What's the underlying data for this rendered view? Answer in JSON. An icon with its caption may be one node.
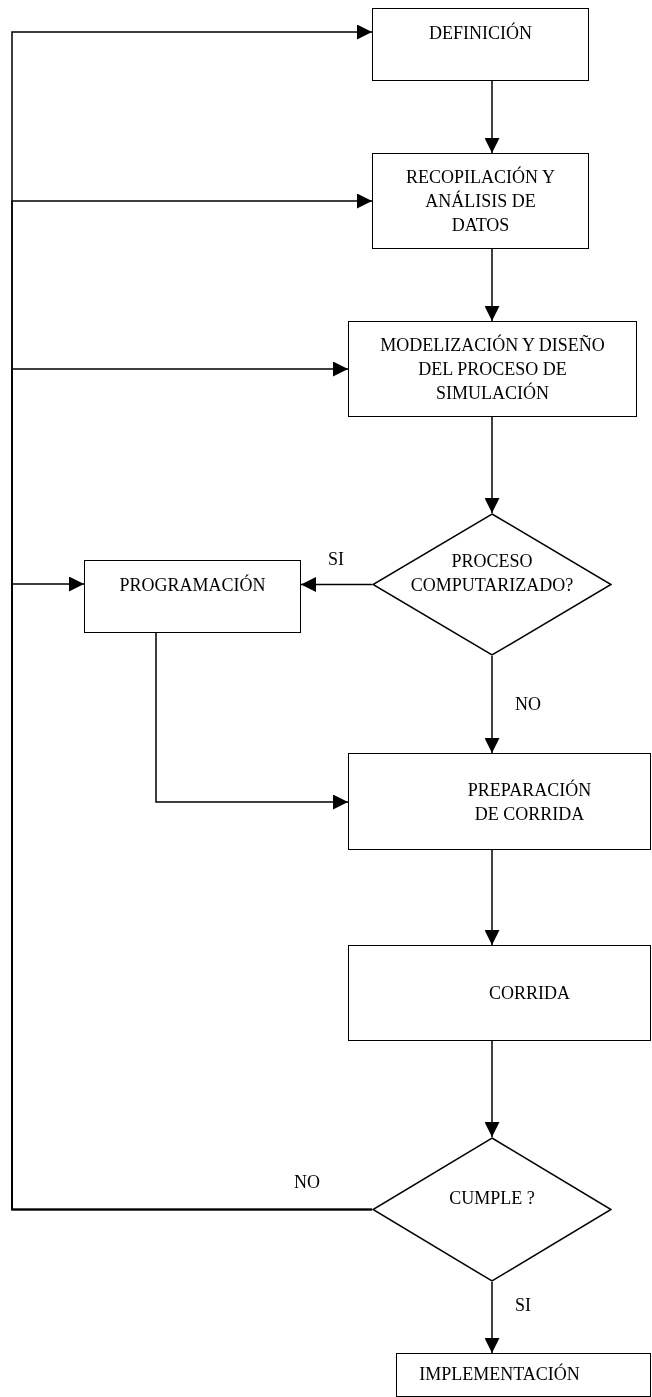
{
  "diagram": {
    "nodes": [
      {
        "text": [
          "DEFINICIÓN"
        ]
      },
      {
        "text": [
          "RECOPILACIÓN Y ANÁLISIS DE DATOS"
        ]
      },
      {
        "text": [
          "MODELIZACIÓN Y DISEÑO DEL PROCESO DE SIMULACIÓN"
        ]
      },
      {
        "text": [
          "PROCESO COMPUTARIZADO?"
        ]
      },
      {
        "text": [
          "PROGRAMACIÓN"
        ]
      },
      {
        "text": [
          "PREPARACIÓN DE CORRIDA"
        ]
      },
      {
        "text": [
          "CORRIDA"
        ]
      },
      {
        "text": [
          "CUMPLE ?"
        ]
      },
      {
        "text": [
          "IMPLEMENTACIÓN"
        ]
      }
    ],
    "edges": [
      {
        "from": 0,
        "to": 1,
        "arrow": "to"
      },
      {
        "from": 1,
        "to": 2,
        "arrow": "to"
      },
      {
        "from": 2,
        "to": 3,
        "arrow": "to"
      },
      {
        "from": 3,
        "to": 4,
        "arrow": "to",
        "label": "SI"
      },
      {
        "from": 3,
        "to": 5,
        "arrow": "to",
        "label": "NO"
      },
      {
        "from": 4,
        "to": 5,
        "arrow": "to"
      },
      {
        "from": 5,
        "to": 6,
        "arrow": "to"
      },
      {
        "from": 6,
        "to": 7,
        "arrow": "to"
      },
      {
        "from": 7,
        "to": 8,
        "arrow": "to",
        "label": "SI"
      },
      {
        "from": 7,
        "to": 0,
        "arrow": "to",
        "label": "NO"
      },
      {
        "from": 7,
        "to": 1,
        "arrow": "to"
      },
      {
        "from": 7,
        "to": 2,
        "arrow": "to"
      },
      {
        "from": 7,
        "to": 4,
        "arrow": "to"
      }
    ]
  }
}
